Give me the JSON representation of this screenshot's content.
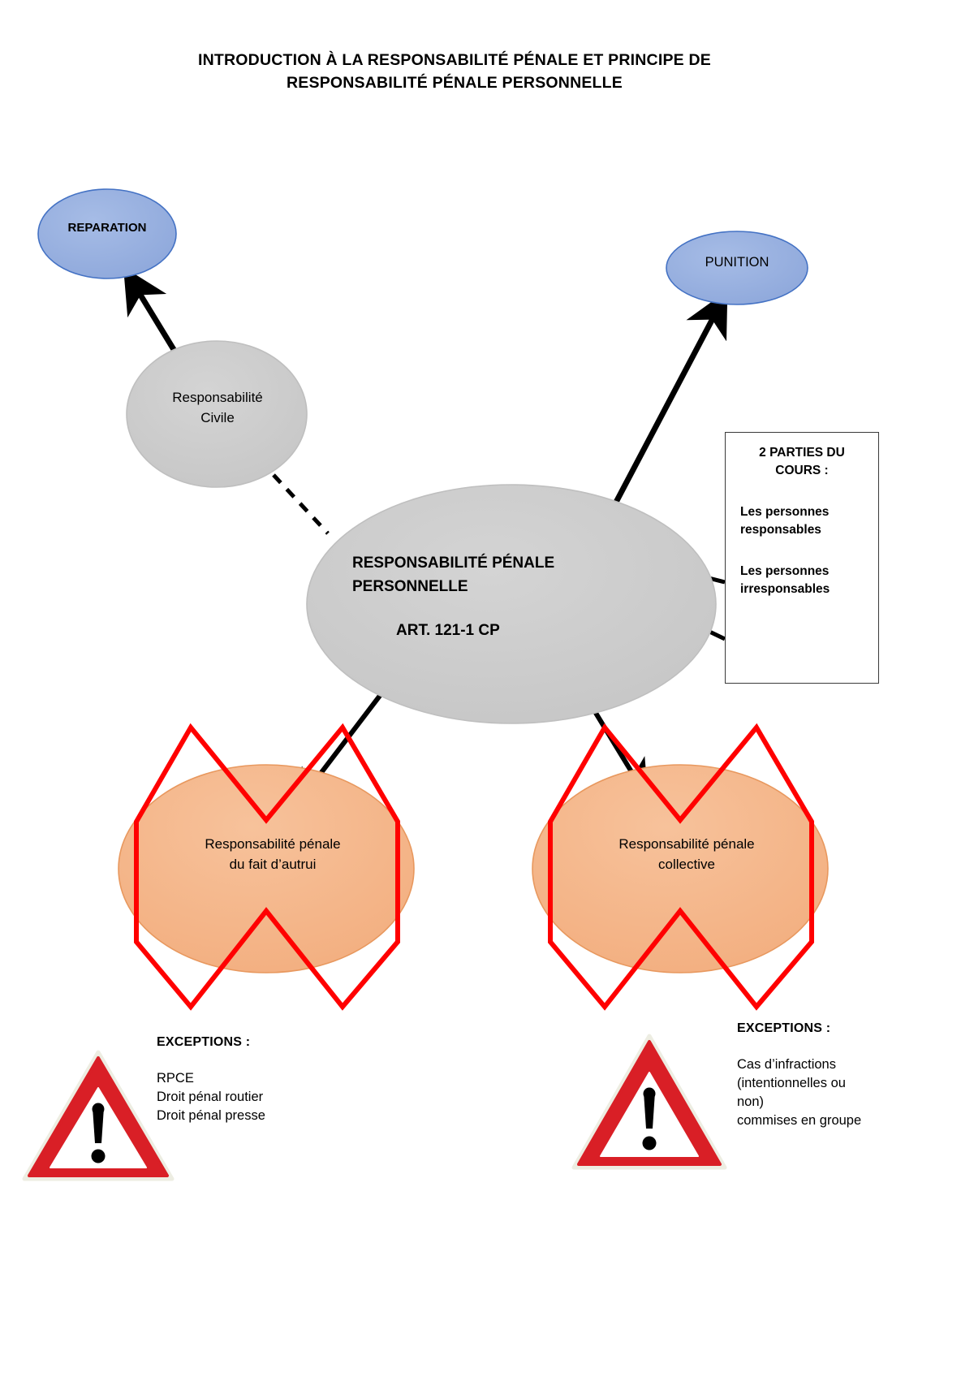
{
  "title": "INTRODUCTION À LA RESPONSABILITÉ PÉNALE ET PRINCIPE DE RESPONSABILITÉ PÉNALE PERSONNELLE",
  "nodes": {
    "reparation": {
      "label": "REPARATION",
      "color": "#8EA9DB",
      "border": "#4472C4"
    },
    "punition": {
      "label": "PUNITION",
      "color": "#8EA9DB",
      "border": "#4472C4"
    },
    "civile": {
      "label_line1": "Responsabilité",
      "label_line2": "Civile",
      "color": "#C9C9C9"
    },
    "central": {
      "label_line1": "RESPONSABILITÉ PÉNALE",
      "label_line2": "PERSONNELLE",
      "article": "ART. 121-1 CP",
      "color": "#C9C9C9"
    },
    "autrui": {
      "label_line1": "Responsabilité pénale",
      "label_line2": "du fait d’autrui",
      "color": "#F4B183",
      "cross_color": "#FF0000"
    },
    "collective": {
      "label_line1": "Responsabilité pénale",
      "label_line2": "collective",
      "color": "#F4B183",
      "cross_color": "#FF0000"
    }
  },
  "parties_box": {
    "title_line1": "2 PARTIES DU",
    "title_line2": "COURS :",
    "item1_line1": "Les personnes",
    "item1_line2": "responsables",
    "item2_line1": "Les personnes",
    "item2_line2": "irresponsables"
  },
  "exceptions_left": {
    "heading": "EXCEPTIONS :",
    "line1": "RPCE",
    "line2": "Droit pénal routier",
    "line3": "Droit pénal presse"
  },
  "exceptions_right": {
    "heading": "EXCEPTIONS :",
    "line1": "Cas d’infractions",
    "line2": "(intentionnelles ou",
    "line3": "non)",
    "line4": "commises en groupe"
  },
  "icons": {
    "warning_triangle": "warning-triangle-icon",
    "cross_mark": "red-cross-icon"
  },
  "colors": {
    "blue_fill": "#8EA9DB",
    "blue_stroke": "#4472C4",
    "grey_fill": "#C9C9C9",
    "grey_stroke": "#BFBFBF",
    "orange_fill": "#F4B183",
    "orange_stroke": "#E8985E",
    "red": "#FF0000",
    "warning_red": "#D91F26",
    "arrow_black": "#000000"
  }
}
